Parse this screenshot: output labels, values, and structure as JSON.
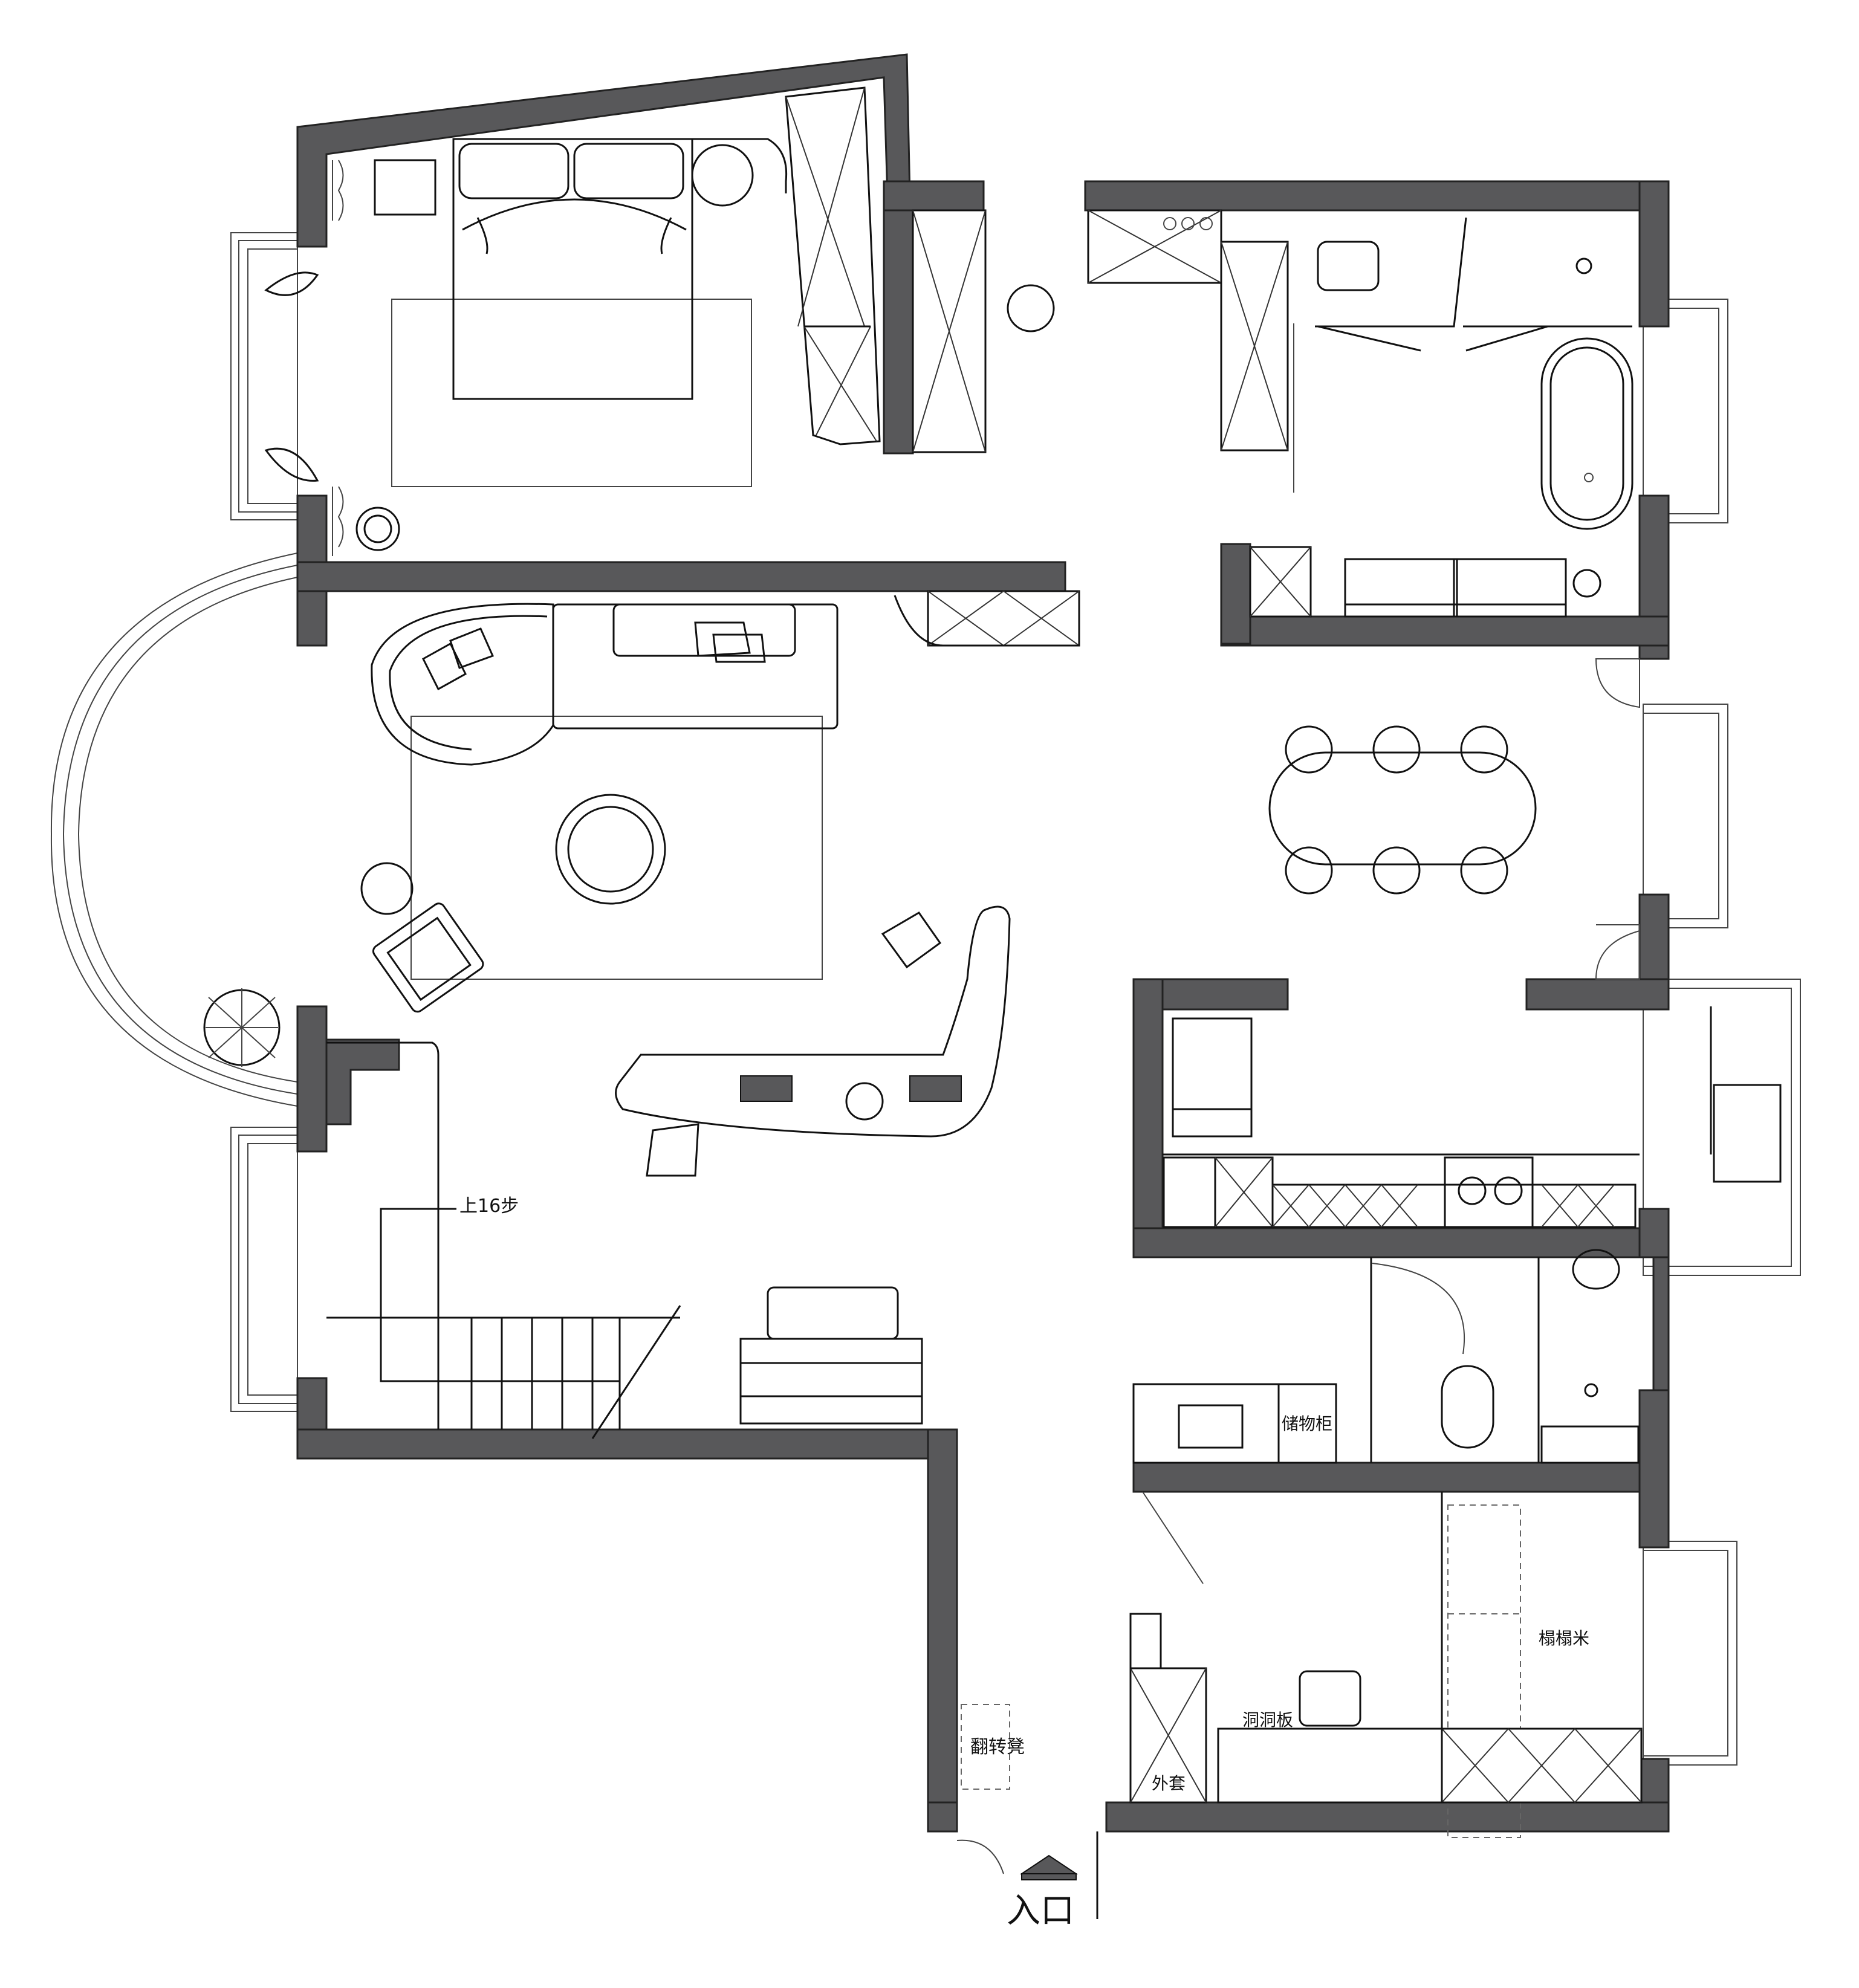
{
  "labels": {
    "stairs": "上16步",
    "storage": "储物柜",
    "tatami": "榻榻米",
    "pegboard": "洞洞板",
    "coat": "外套",
    "flip_stool": "翻转凳",
    "entrance": "入口"
  }
}
